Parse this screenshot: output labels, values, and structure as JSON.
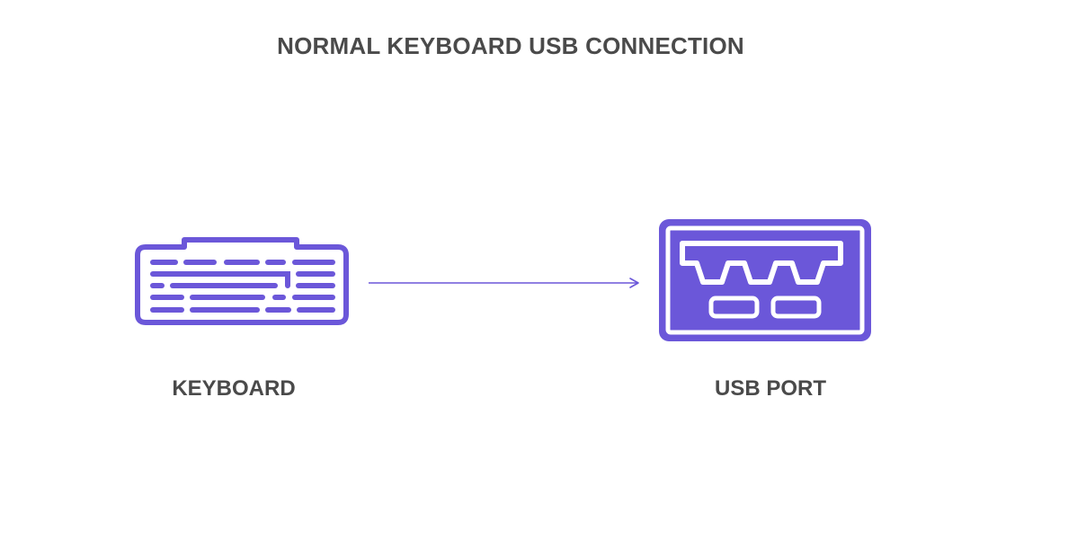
{
  "diagram": {
    "title": "NORMAL KEYBOARD USB CONNECTION",
    "nodes": [
      {
        "id": "keyboard",
        "label": "KEYBOARD",
        "icon": "keyboard-icon"
      },
      {
        "id": "usb-port",
        "label": "USB PORT",
        "icon": "usb-port-icon"
      }
    ],
    "edges": [
      {
        "from": "keyboard",
        "to": "usb-port",
        "style": "arrow"
      }
    ],
    "accent_color": "#6b57d9",
    "text_color": "#4a4a4a"
  }
}
